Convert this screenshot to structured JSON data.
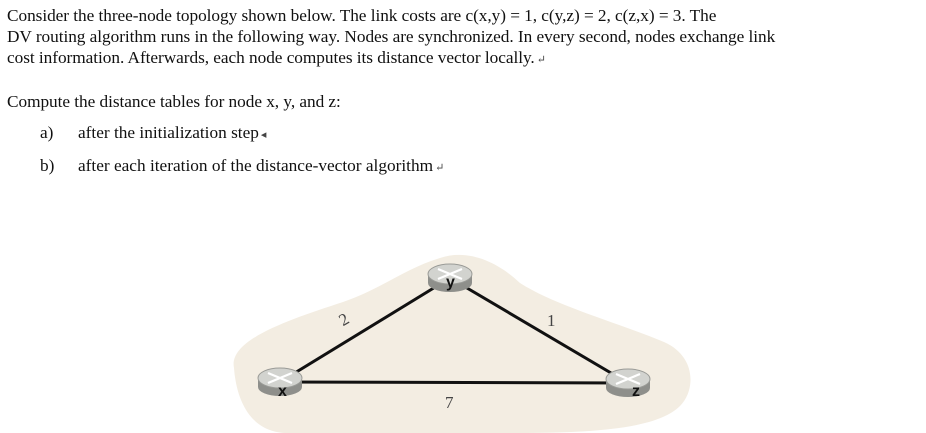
{
  "paragraph1": {
    "line1": "Consider the three-node topology shown below. The link costs are c(x,y) = 1, c(y,z) = 2, c(z,x) = 3. The",
    "line2": "DV routing algorithm runs in the following way. Nodes are synchronized. In every second, nodes exchange link",
    "line3": "cost information. Afterwards, each node computes its distance vector locally."
  },
  "paragraph2": "Compute the distance tables for node x, y, and z:",
  "items": [
    {
      "label": "a)",
      "text": "after the initialization step"
    },
    {
      "label": "b)",
      "text": "after each iteration of the distance-vector algorithm"
    }
  ],
  "figure": {
    "nodes": {
      "x": "x",
      "y": "y",
      "z": "z"
    },
    "edge_labels": {
      "xy": "2",
      "yz": "1",
      "xz": "7"
    },
    "colors": {
      "blob": "#f3ede2",
      "router_body": "#cfd0cc",
      "router_dark": "#8e8f8b",
      "edge": "#111111"
    }
  },
  "marks": {
    "return": "↵",
    "para": "◂"
  }
}
